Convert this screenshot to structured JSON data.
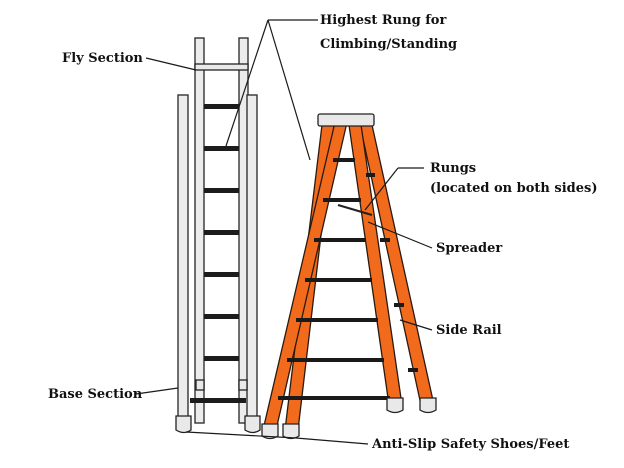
{
  "labels": {
    "highest_rung_line1": "Highest Rung for",
    "highest_rung_line2": "Climbing/Standing",
    "fly_section": "Fly Section",
    "rungs_line1": "Rungs",
    "rungs_line2": "(located on both sides)",
    "spreader": "Spreader",
    "side_rail": "Side Rail",
    "base_section": "Base Section",
    "safety_shoes": "Anti-Slip Safety Shoes/Feet"
  },
  "colors": {
    "background": "#ffffff",
    "fiberglass_rail": "#f26b1d",
    "aluminum_rail": "#ececec",
    "rung": "#1c1c1c",
    "line": "#1a1a1a"
  }
}
